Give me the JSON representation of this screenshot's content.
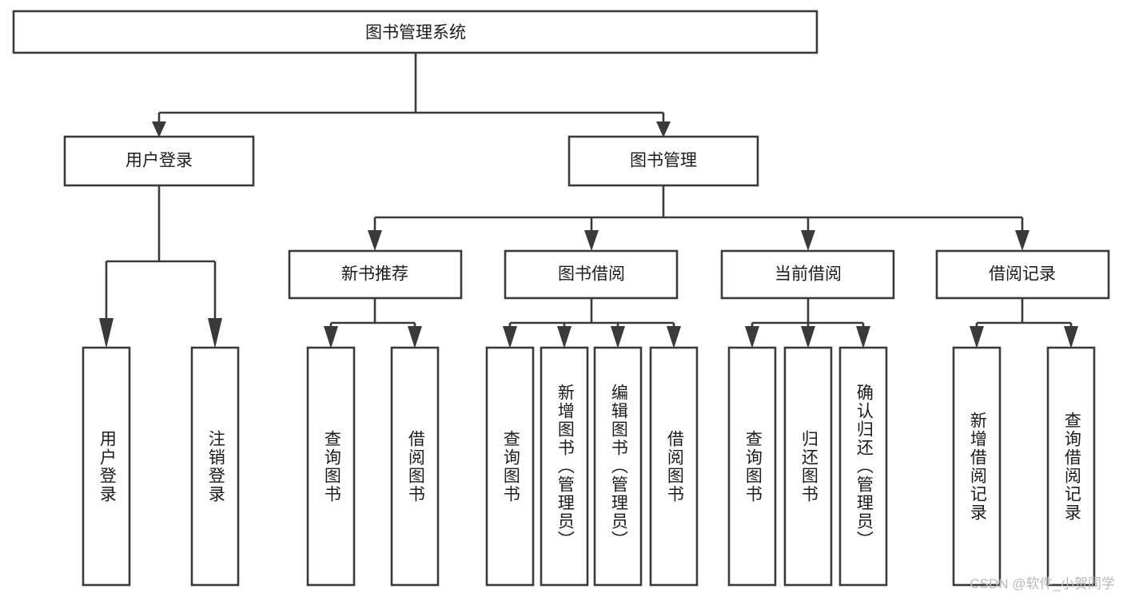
{
  "diagram": {
    "type": "tree-hierarchy",
    "title": "图书管理系统",
    "watermark": "CSDN @软件_小贺同学",
    "colors": {
      "box_stroke": "#3a3a3a",
      "box_fill": "#ffffff",
      "connector": "#3a3a3a",
      "text": "#1b1b1b",
      "watermark": "#b8b8b8",
      "background": "#ffffff"
    },
    "levels": [
      {
        "level": 1,
        "nodes": [
          {
            "id": "root",
            "label": "图书管理系统",
            "orientation": "horizontal"
          }
        ]
      },
      {
        "level": 2,
        "nodes": [
          {
            "id": "user-login",
            "label": "用户登录",
            "orientation": "horizontal",
            "parent": "root"
          },
          {
            "id": "book-manage",
            "label": "图书管理",
            "orientation": "horizontal",
            "parent": "root"
          }
        ]
      },
      {
        "level": 3,
        "nodes": [
          {
            "id": "new-book-rec",
            "label": "新书推荐",
            "orientation": "horizontal",
            "parent": "book-manage"
          },
          {
            "id": "book-borrow",
            "label": "图书借阅",
            "orientation": "horizontal",
            "parent": "book-manage"
          },
          {
            "id": "current-borrow",
            "label": "当前借阅",
            "orientation": "horizontal",
            "parent": "book-manage"
          },
          {
            "id": "borrow-record",
            "label": "借阅记录",
            "orientation": "horizontal",
            "parent": "book-manage"
          }
        ]
      },
      {
        "level": 4,
        "nodes": [
          {
            "id": "leaf-1",
            "label": "用户登录",
            "orientation": "vertical",
            "parent": "user-login"
          },
          {
            "id": "leaf-2",
            "label": "注销登录",
            "orientation": "vertical",
            "parent": "user-login"
          },
          {
            "id": "leaf-3",
            "label": "查询图书",
            "orientation": "vertical",
            "parent": "new-book-rec"
          },
          {
            "id": "leaf-4",
            "label": "借阅图书",
            "orientation": "vertical",
            "parent": "new-book-rec"
          },
          {
            "id": "leaf-5",
            "label": "查询图书",
            "orientation": "vertical",
            "parent": "book-borrow"
          },
          {
            "id": "leaf-6",
            "label": "新增图书（管理员）",
            "orientation": "vertical",
            "parent": "book-borrow"
          },
          {
            "id": "leaf-7",
            "label": "编辑图书（管理员）",
            "orientation": "vertical",
            "parent": "book-borrow"
          },
          {
            "id": "leaf-8",
            "label": "借阅图书",
            "orientation": "vertical",
            "parent": "book-borrow"
          },
          {
            "id": "leaf-9",
            "label": "查询图书",
            "orientation": "vertical",
            "parent": "current-borrow"
          },
          {
            "id": "leaf-10",
            "label": "归还图书",
            "orientation": "vertical",
            "parent": "current-borrow"
          },
          {
            "id": "leaf-11",
            "label": "确认归还（管理员）",
            "orientation": "vertical",
            "parent": "current-borrow"
          },
          {
            "id": "leaf-12",
            "label": "新增借阅记录",
            "orientation": "vertical",
            "parent": "borrow-record"
          },
          {
            "id": "leaf-13",
            "label": "查询借阅记录",
            "orientation": "vertical",
            "parent": "borrow-record"
          }
        ]
      }
    ]
  }
}
